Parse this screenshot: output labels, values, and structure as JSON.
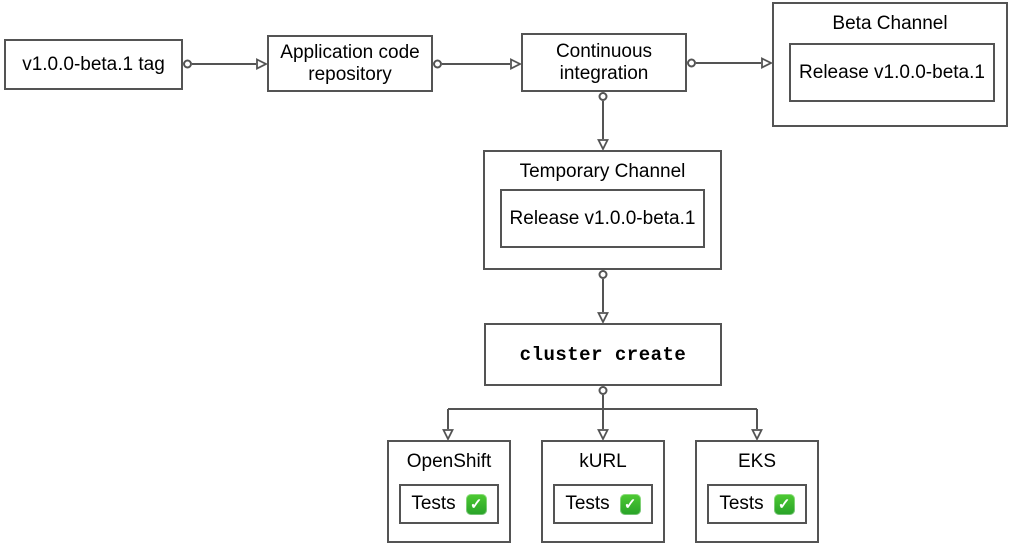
{
  "diagram": {
    "nodes": {
      "tag": {
        "label": "v1.0.0-beta.1 tag"
      },
      "repo": {
        "label": "Application code repository"
      },
      "ci": {
        "label": "Continuous integration"
      },
      "beta_channel": {
        "title": "Beta Channel",
        "release_label": "Release v1.0.0-beta.1"
      },
      "temporary_channel": {
        "title": "Temporary Channel",
        "release_label": "Release v1.0.0-beta.1"
      },
      "cluster_create": {
        "label": "cluster create"
      }
    },
    "clusters": [
      {
        "title": "OpenShift",
        "tests_label": "Tests",
        "status": "passed",
        "status_icon": "check-mark-button",
        "status_glyph": "✓"
      },
      {
        "title": "kURL",
        "tests_label": "Tests",
        "status": "passed",
        "status_icon": "check-mark-button",
        "status_glyph": "✓"
      },
      {
        "title": "EKS",
        "tests_label": "Tests",
        "status": "passed",
        "status_icon": "check-mark-button",
        "status_glyph": "✓"
      }
    ],
    "colors": {
      "stroke": "#545454",
      "background": "#ffffff",
      "text": "#000000",
      "check_green_top": "#4ecb33",
      "check_green_bottom": "#28a228"
    }
  }
}
